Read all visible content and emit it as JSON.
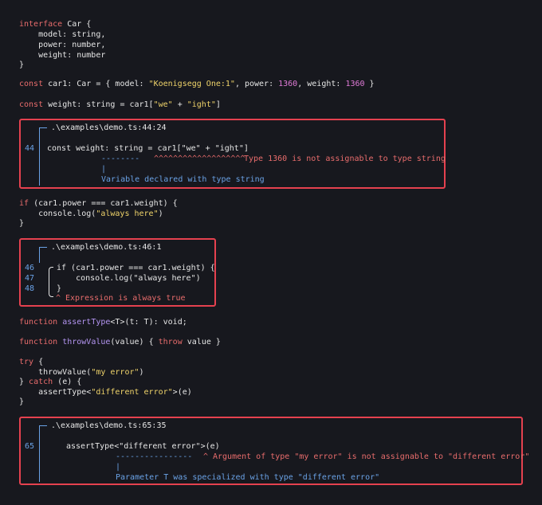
{
  "code": {
    "iface": {
      "kw": "interface",
      "name": "Car {",
      "f1": "    model: string,",
      "f2": "    power: number,",
      "f3": "    weight: number",
      "close": "}"
    },
    "car1": {
      "kw": "const",
      "a": " car1: Car = { model: ",
      "model": "\"Koenigsegg One:1\"",
      "b": ", power: ",
      "power": "1360",
      "c": ", weight: ",
      "weight": "1360",
      "d": " }"
    },
    "weight": {
      "kw": "const",
      "a": " weight: string = car1[",
      "s1": "\"we\"",
      "b": " + ",
      "s2": "\"ight\"",
      "c": "]"
    },
    "ifblock": {
      "kw": "if",
      "a": " (car1.power ",
      "op": "===",
      "b": " car1.weight) {",
      "log": "    console.log(",
      "s": "\"always here\"",
      "lc": ")",
      "close": "}"
    },
    "assertDecl": {
      "kw": "function",
      "fn": " assertType",
      "rest": "<T>(t: T): void;"
    },
    "throwDecl": {
      "kw": "function",
      "fn": " throwValue",
      "a": "(value) { ",
      "kw2": "throw",
      "b": " value }"
    },
    "tryblock": {
      "kw": "try",
      "a": " {",
      "call": "    throwValue(",
      "s": "\"my error\"",
      "cc": ")",
      "b": "} ",
      "kw2": "catch",
      "c": " (e) {",
      "call2": "    assertType<",
      "s2": "\"different error\"",
      "cc2": ">(e)",
      "close": "}"
    }
  },
  "diag1": {
    "path": ".\\examples\\demo.ts:44:24",
    "lineno": "44",
    "code": "const weight: string = car1[\"we\" + \"ight\"]",
    "dashes": "--------",
    "carets": "^^^^^^^^^^^^^^^^^^^",
    "error": "Type 1360 is not assignable to type string",
    "pipe": "|",
    "note": "Variable declared with type string"
  },
  "diag2": {
    "path": ".\\examples\\demo.ts:46:1",
    "l1": "46",
    "l2": "47",
    "l3": "48",
    "c1": "if (car1.power === car1.weight) {",
    "c2": "    console.log(\"always here\")",
    "c3": "}",
    "caret": "^",
    "error": "Expression is always true"
  },
  "diag3": {
    "path": ".\\examples\\demo.ts:65:35",
    "lineno": "65",
    "code": "assertType<\"different error\">(e)",
    "dashes": "----------------",
    "caret": "^",
    "error": "Argument of type \"my error\" is not assignable to \"different error\"",
    "pipe": "|",
    "note": "Parameter T was specialized with type \"different error\""
  },
  "colors": {
    "keyword": "#e86c6c",
    "function": "#b394f0",
    "string": "#efd36a",
    "number": "#e17bd8",
    "accent": "#6aa2e6",
    "border": "#e5414f"
  }
}
